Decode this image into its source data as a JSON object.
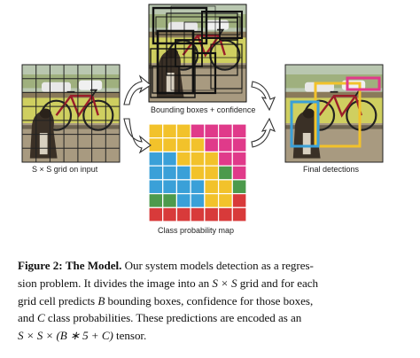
{
  "panels": {
    "input_label": "S × S grid on input",
    "boxes_label": "Bounding boxes + confidence",
    "classmap_label": "Class probability map",
    "final_label": "Final detections"
  },
  "caption": {
    "figure_label": "Figure 2:",
    "title": "The Model.",
    "text_line1": "Our system models detection as a regres-",
    "text_line2": "sion problem. It divides the image into an",
    "text_line2_math": "S × S",
    "text_line2_end": "grid and for each",
    "text_line3": "grid cell predicts",
    "text_line3_b": "B",
    "text_line3_end": "bounding boxes, confidence for those boxes,",
    "text_line4": "and",
    "text_line4_c": "C",
    "text_line4_end": "class probabilities.  These predictions are encoded as an",
    "text_line5_math": "S × S × (B ∗ 5 + C)",
    "text_line5_end": "tensor."
  },
  "colors": {
    "yellow": "#f2c22b",
    "pink": "#e03a8a",
    "blue": "#3aa0d8",
    "green": "#4c9a4c",
    "red": "#d83a3a"
  }
}
